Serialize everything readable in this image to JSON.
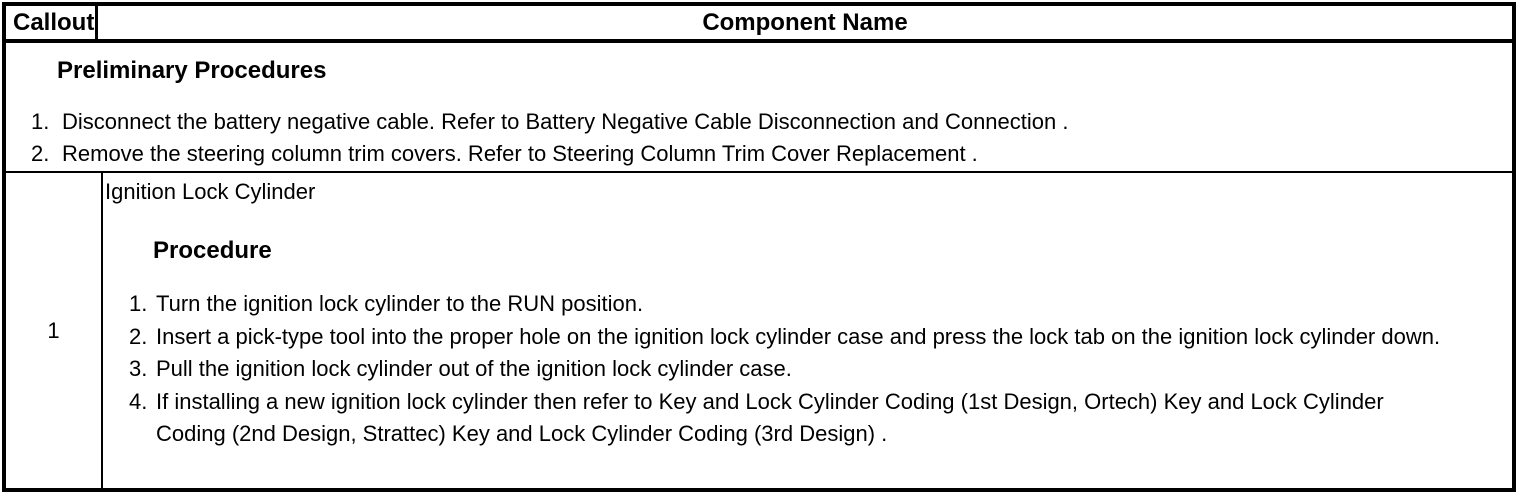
{
  "table": {
    "header": {
      "callout": "Callout",
      "component_name": "Component Name"
    },
    "preliminary": {
      "title": "Preliminary Procedures",
      "steps": [
        {
          "num": "1.",
          "text": "Disconnect the battery negative cable. Refer to Battery Negative Cable Disconnection and Connection ."
        },
        {
          "num": "2.",
          "text": "Remove the steering column trim covers. Refer to Steering Column Trim Cover Replacement ."
        }
      ]
    },
    "rows": [
      {
        "callout": "1",
        "component": "Ignition Lock Cylinder",
        "procedure_title": "Procedure",
        "steps": [
          {
            "num": "1.",
            "text": "Turn the ignition lock cylinder to the RUN position."
          },
          {
            "num": "2.",
            "text": "Insert a pick-type tool into the proper hole on the ignition lock cylinder case and press the lock tab on the ignition lock cylinder down."
          },
          {
            "num": "3.",
            "text": "Pull the ignition lock cylinder out of the ignition lock cylinder case."
          },
          {
            "num": "4.",
            "text": "If installing a new ignition lock cylinder then refer to Key and Lock Cylinder Coding (1st Design, Ortech) Key and Lock Cylinder Coding (2nd Design, Strattec) Key and Lock Cylinder Coding (3rd Design) ."
          }
        ]
      }
    ],
    "colors": {
      "border": "#000000",
      "text": "#000000",
      "background": "#ffffff"
    }
  }
}
